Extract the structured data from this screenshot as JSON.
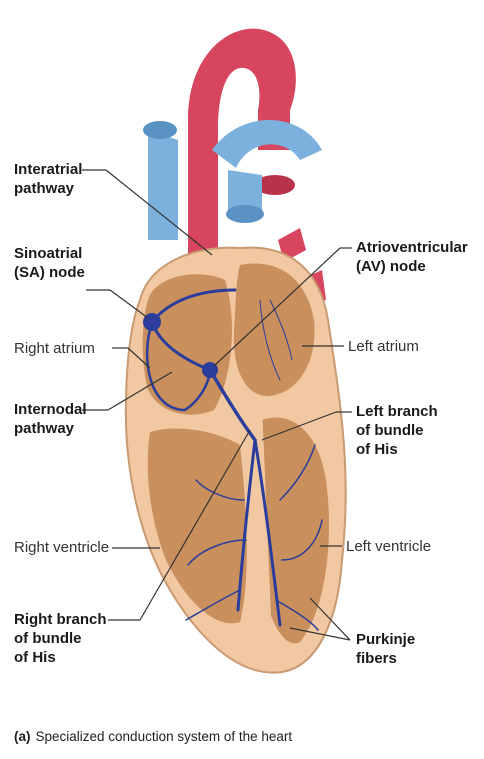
{
  "labels": {
    "interatrial_pathway": "Interatrial\npathway",
    "sinoatrial_node": "Sinoatrial\n(SA) node",
    "right_atrium": "Right atrium",
    "internodal_pathway": "Internodal\npathway",
    "right_ventricle": "Right ventricle",
    "right_branch": "Right branch\nof bundle\nof His",
    "av_node": "Atrioventricular\n(AV) node",
    "left_atrium": "Left atrium",
    "left_branch": "Left branch\nof bundle\nof His",
    "left_ventricle": "Left ventricle",
    "purkinje_fibers": "Purkinje\nfibers"
  },
  "caption": {
    "letter": "(a)",
    "text": "Specialized conduction system of the heart"
  },
  "colors": {
    "aorta": "#d8455e",
    "pulmonary": "#7db1dd",
    "heart_outer": "#f2c8a2",
    "heart_inner": "#c98f5c",
    "conduction": "#2b3d9c",
    "leader": "#333333"
  }
}
